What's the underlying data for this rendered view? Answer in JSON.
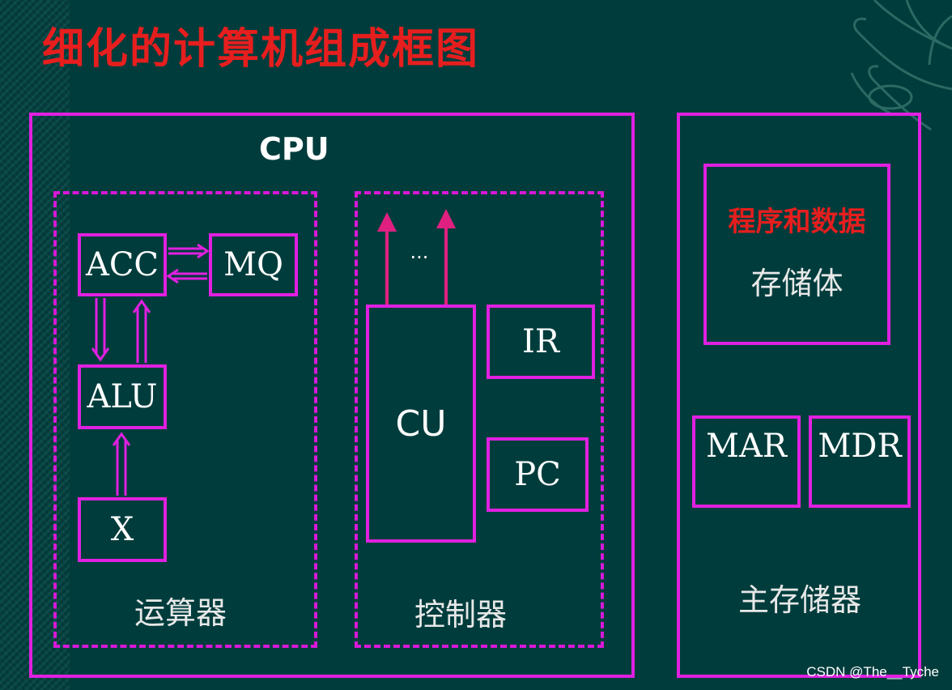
{
  "title": "细化的计算机组成框图",
  "cpu": {
    "label": "CPU",
    "alu_unit": {
      "caption": "运算器",
      "acc": "ACC",
      "mq": "MQ",
      "alu": "ALU",
      "x": "X"
    },
    "control_unit": {
      "caption": "控制器",
      "cu": "CU",
      "ir": "IR",
      "pc": "PC",
      "ellipsis": "..."
    }
  },
  "main_memory": {
    "caption": "主存储器",
    "storage_heading": "程序和数据",
    "storage": "存储体",
    "mar": "MAR",
    "mdr": "MDR"
  },
  "watermark": "CSDN @The__Tyche",
  "colors": {
    "background": "#003c3c",
    "border": "#e020e0",
    "title": "#e61e1e",
    "arrow": "#e02080"
  }
}
